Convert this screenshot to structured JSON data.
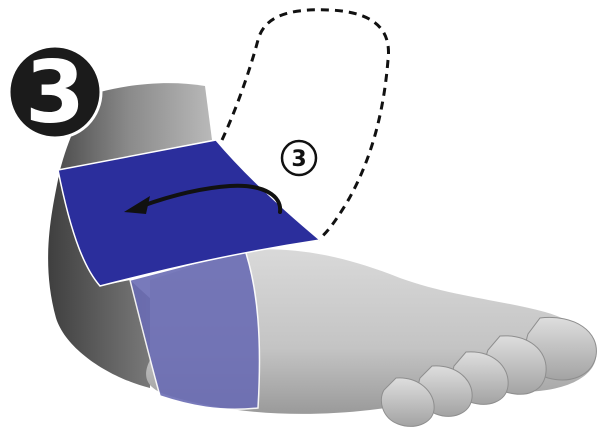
{
  "step": {
    "main_number": "3",
    "sub_number": "3"
  },
  "colors": {
    "badge": "#1b1b1b",
    "wrap_blue": "#2b2e9c",
    "wrap_blue_translucent": "#6a6cb4",
    "foot_light": "#cfcfcf",
    "foot_shadow": "#6e6e6e",
    "arrow": "#111111"
  },
  "icons": {
    "badge": "step-number-badge",
    "arrow": "curved-arrow-left-icon",
    "outline": "dashed-wrap-guide"
  }
}
